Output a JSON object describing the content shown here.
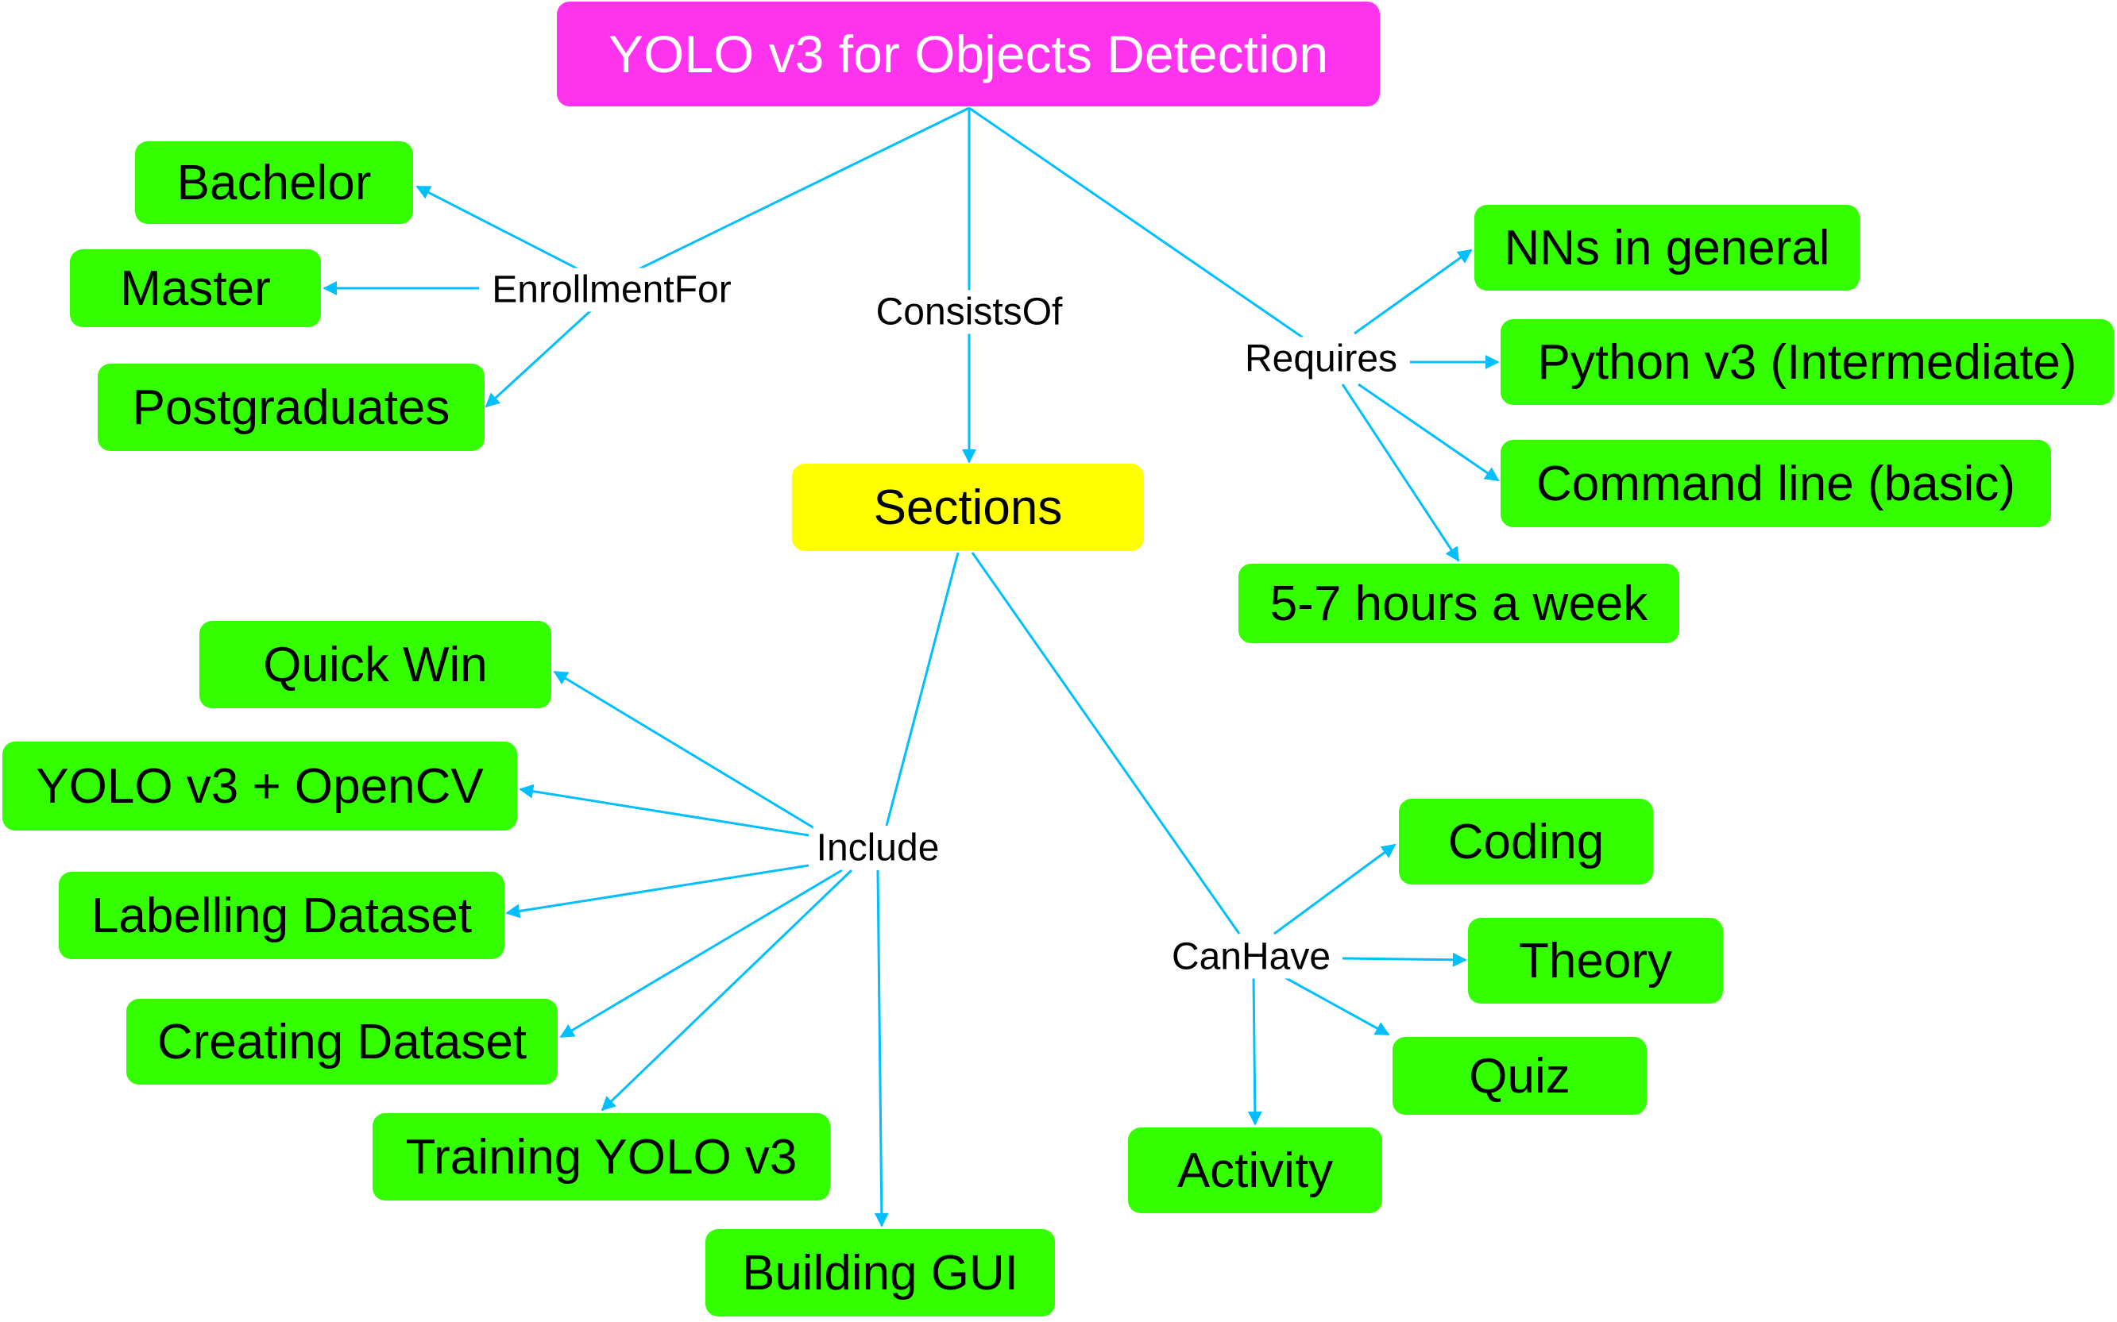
{
  "colors": {
    "root": "#ff33ee",
    "section": "#ffff00",
    "leaf": "#33ff00",
    "edge": "#00bfff"
  },
  "nodes": {
    "root": "YOLO v3 for Objects Detection",
    "bachelor": "Bachelor",
    "master": "Master",
    "postgraduates": "Postgraduates",
    "nns": "NNs in general",
    "python": "Python v3 (Intermediate)",
    "cmdline": "Command line (basic)",
    "hours": "5-7 hours a week",
    "sections": "Sections",
    "quickwin": "Quick Win",
    "yoloopencv": "YOLO v3 + OpenCV",
    "labelling": "Labelling Dataset",
    "creating": "Creating Dataset",
    "training": "Training YOLO v3",
    "gui": "Building GUI",
    "coding": "Coding",
    "theory": "Theory",
    "quiz": "Quiz",
    "activity": "Activity"
  },
  "labels": {
    "enrollment": "EnrollmentFor",
    "consists": "ConsistsOf",
    "requires": "Requires",
    "include": "Include",
    "canhave": "CanHave"
  }
}
